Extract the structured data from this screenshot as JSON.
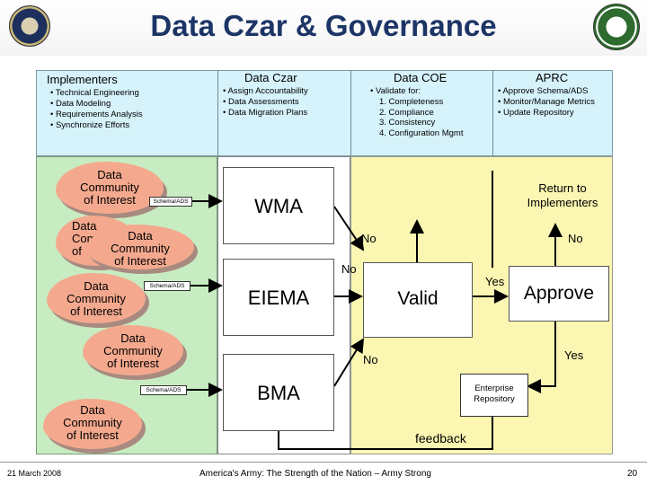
{
  "title": "Data Czar & Governance",
  "columns": {
    "implementers": {
      "heading": "Implementers",
      "bullets": [
        "Technical Engineering",
        "Data Modeling",
        "Requirements Analysis",
        "Synchronize Efforts"
      ]
    },
    "data_czar": {
      "heading": "Data Czar",
      "bullets": [
        "Assign Accountability",
        "Data Assessments",
        "Data Migration Plans"
      ]
    },
    "data_coe": {
      "heading": "Data COE",
      "lead": "Validate for:",
      "steps": [
        "1.  Completeness",
        "2.  Compliance",
        "3.  Consistency",
        "4.  Configuration Mgmt"
      ]
    },
    "aprc": {
      "heading": "APRC",
      "bullets": [
        "Approve Schema/ADS",
        "Monitor/Manage Metrics",
        "Update Repository"
      ]
    }
  },
  "clouds": {
    "c1": [
      "Data",
      "Community",
      "of Interest"
    ],
    "c2": [
      "Data",
      "Com",
      "of"
    ],
    "c3": [
      "Data",
      "Community",
      "of Interest"
    ],
    "c4": [
      "Data",
      "Community",
      "of Interest"
    ],
    "c5": [
      "Data",
      "Community",
      "of Interest"
    ],
    "c6": [
      "Data",
      "Community",
      "of Interest"
    ]
  },
  "schema_label": "Schema/ADS",
  "systems": {
    "wma": "WMA",
    "eiema": "EIEMA",
    "bma": "BMA"
  },
  "decisions": {
    "valid": "Valid",
    "approve": "Approve",
    "repository": "Enterprise Repository"
  },
  "flow_labels": {
    "return": "Return to Implementers",
    "no_1": "No",
    "no_2": "No",
    "no_3": "No",
    "no_4": "No",
    "yes_1": "Yes",
    "yes_2": "Yes",
    "feedback": "feedback"
  },
  "footer": {
    "date": "21 March 2008",
    "motto": "America's Army: The Strength of the Nation – Army Strong",
    "page": "20"
  },
  "colors": {
    "title": "#1c3566",
    "panel_top": "#d6f2fb",
    "panel_green": "#c8ecc1",
    "panel_yellow": "#fbf7b2",
    "cloud": "#f4a98e"
  }
}
